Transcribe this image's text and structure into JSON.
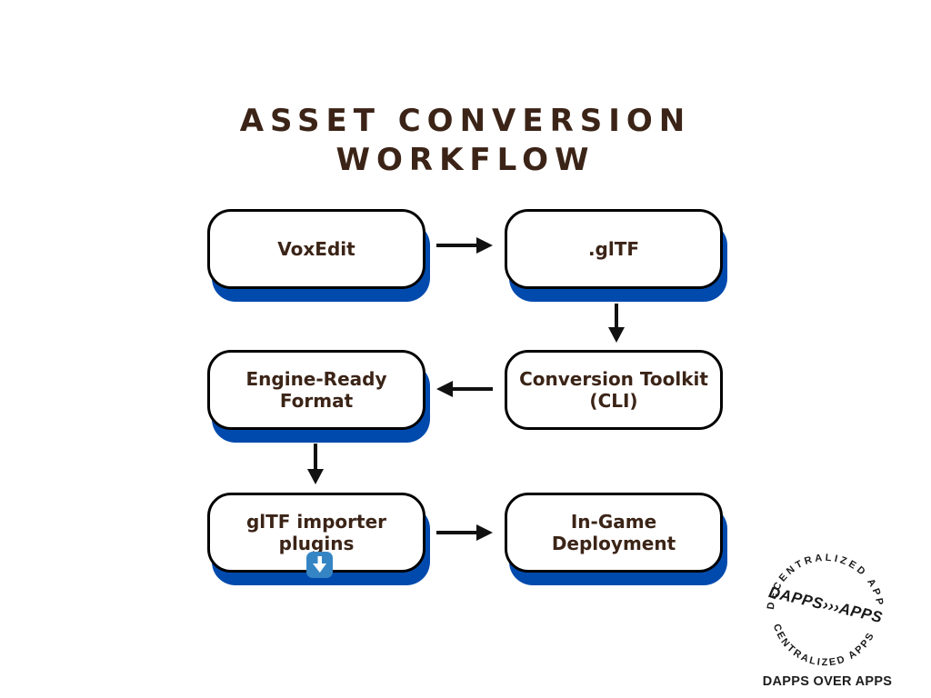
{
  "page": {
    "background": "#ffffff"
  },
  "title": {
    "line1": "ASSET CONVERSION",
    "line2": "WORKFLOW"
  },
  "flow": {
    "nodes": [
      {
        "id": "voxedit",
        "label": "VoxEdit",
        "blue_shadow": true
      },
      {
        "id": "gltf-file",
        "label": ".glTF",
        "blue_shadow": true
      },
      {
        "id": "engine-ready-format",
        "label": "Engine-Ready Format",
        "blue_shadow": true
      },
      {
        "id": "conversion-toolkit",
        "label": "Conversion Toolkit (CLI)",
        "blue_shadow": false
      },
      {
        "id": "gltf-importer-plugins",
        "label": "glTF importer plugins",
        "blue_shadow": true,
        "icon": "download-icon"
      },
      {
        "id": "in-game-deployment",
        "label": "In-Game Deployment",
        "blue_shadow": true
      }
    ],
    "edges": [
      {
        "from": "voxedit",
        "to": "gltf-file",
        "direction": "right"
      },
      {
        "from": "gltf-file",
        "to": "conversion-toolkit",
        "direction": "down"
      },
      {
        "from": "conversion-toolkit",
        "to": "engine-ready-format",
        "direction": "left"
      },
      {
        "from": "engine-ready-format",
        "to": "gltf-importer-plugins",
        "direction": "down"
      },
      {
        "from": "gltf-importer-plugins",
        "to": "in-game-deployment",
        "direction": "right"
      }
    ],
    "colors": {
      "box_fill": "#ffffff",
      "box_border": "#000000",
      "shadow_blue": "#004aad",
      "label_brown": "#3b2417",
      "arrow_black": "#111111",
      "download_icon_blue": "#3585c5"
    }
  },
  "badge": {
    "arc_top": "DECENTRALIZED APPS",
    "center": "DAPPS›››APPS",
    "arc_bottom": "CENTRALIZED APPS",
    "caption": "DAPPS OVER APPS",
    "text_color": "#1a1a1a"
  }
}
